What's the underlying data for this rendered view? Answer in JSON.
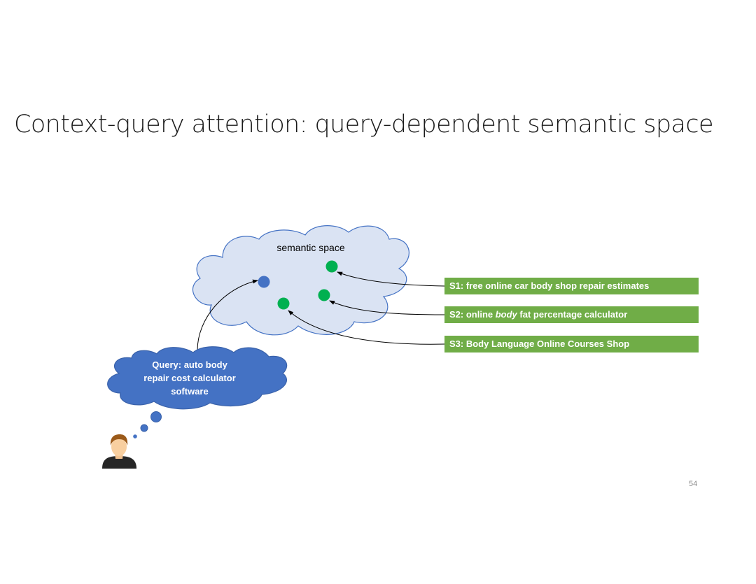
{
  "title": "Context-query attention: query-dependent semantic space",
  "semantic_space": {
    "label": "semantic space"
  },
  "query": {
    "line1": "Query: auto body",
    "line2": "repair cost calculator",
    "line3": "software"
  },
  "snippets": [
    {
      "prefix": "S1: free online car body shop repair estimates",
      "emphasis": "",
      "suffix": ""
    },
    {
      "prefix": "S2: online ",
      "emphasis": "body",
      "suffix": " fat percentage calculator"
    },
    {
      "prefix": "S3: Body Language Online Courses Shop",
      "emphasis": "",
      "suffix": ""
    }
  ],
  "page_number": "54",
  "colors": {
    "semantic_cloud_fill": "#dae3f3",
    "semantic_cloud_stroke": "#4472c4",
    "query_cloud_fill": "#4472c4",
    "query_point": "#4472c4",
    "snippet_point": "#00b050",
    "snippet_box": "#70ad47"
  }
}
